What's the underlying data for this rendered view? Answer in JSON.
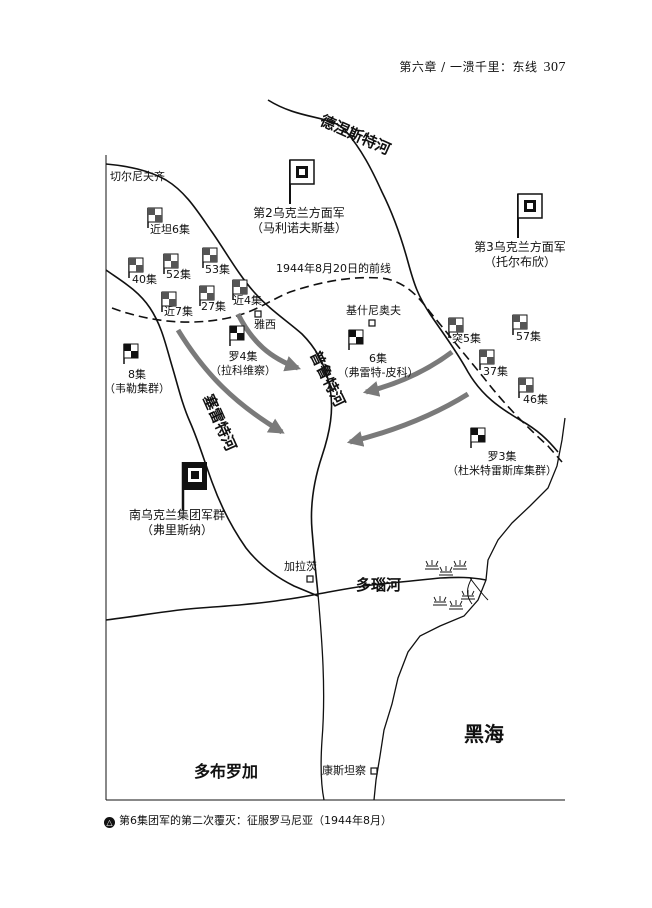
{
  "header": {
    "chapter": "第六章 / 一溃千里：东线",
    "page": "307"
  },
  "rivers": {
    "dniester": "德涅斯特河",
    "prut": "普鲁特河",
    "siret": "塞雷特河",
    "danube": "多瑙河"
  },
  "sea": "黑海",
  "region": "多布罗加",
  "cities": {
    "chernivtsi": "切尔尼夫齐",
    "iasi": "雅西",
    "chisinau": "基什尼奥夫",
    "galati": "加拉茨",
    "constanta": "康斯坦察"
  },
  "front_line_label": "1944年8月20日的前线",
  "units": {
    "ukr2": {
      "name": "第2乌克兰方面军",
      "commander": "（马利诺夫斯基）"
    },
    "ukr3": {
      "name": "第3乌克兰方面军",
      "commander": "（托尔布欣）"
    },
    "south_ukraine": {
      "name": "南乌克兰集团军群",
      "commander": "（弗里斯纳）"
    },
    "ger6": {
      "name": "6集",
      "commander": "（弗雷特-皮科）"
    },
    "rom4": {
      "name": "罗4集",
      "commander": "（拉科维察）"
    },
    "ger8": {
      "name": "8集",
      "commander": "（韦勒集群）"
    },
    "rom3": {
      "name": "罗3集",
      "commander": "（杜米特雷斯库集群）"
    },
    "gds6": "近坦6集",
    "a40": "40集",
    "a52": "52集",
    "a53": "53集",
    "gds7": "近7集",
    "a27": "27集",
    "gds4": "近4集",
    "shock5": "突5集",
    "a57": "57集",
    "a37": "37集",
    "a46": "46集"
  },
  "caption": {
    "marker": "△",
    "text": "第6集团军的第二次覆灭：征服罗马尼亚（1944年8月）"
  },
  "colors": {
    "attack_arrow": "#7a7a7a",
    "ink": "#111111"
  }
}
